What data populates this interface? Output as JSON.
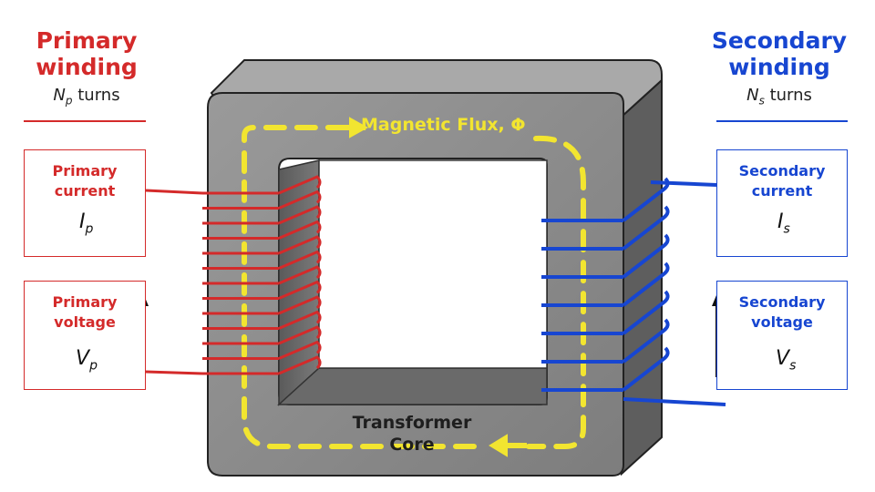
{
  "primary": {
    "title_line1": "Primary",
    "title_line2": "winding",
    "turns_symbol": "N",
    "turns_sub": "p",
    "turns_word": "turns",
    "current_label_1": "Primary",
    "current_label_2": "current",
    "current_symbol": "I",
    "current_sub": "p",
    "voltage_label_1": "Primary",
    "voltage_label_2": "voltage",
    "voltage_symbol": "V",
    "voltage_sub": "p"
  },
  "secondary": {
    "title_line1": "Secondary",
    "title_line2": "winding",
    "turns_symbol": "N",
    "turns_sub": "s",
    "turns_word": "turns",
    "current_label_1": "Secondary",
    "current_label_2": "current",
    "current_symbol": "I",
    "current_sub": "s",
    "voltage_label_1": "Secondary",
    "voltage_label_2": "voltage",
    "voltage_symbol": "V",
    "voltage_sub": "s"
  },
  "core": {
    "flux_label": "Magnetic Flux, Φ",
    "core_label_1": "Transformer",
    "core_label_2": "Core"
  },
  "colors": {
    "primary": "#d42a2a",
    "secondary": "#1746d1",
    "flux": "#f2e530",
    "core_face": "#8f8f8f",
    "core_side": "#5e5e5e",
    "core_top": "#a9a9a9"
  },
  "coils": {
    "primary_turns_drawn": 13,
    "secondary_turns_drawn": 7
  }
}
